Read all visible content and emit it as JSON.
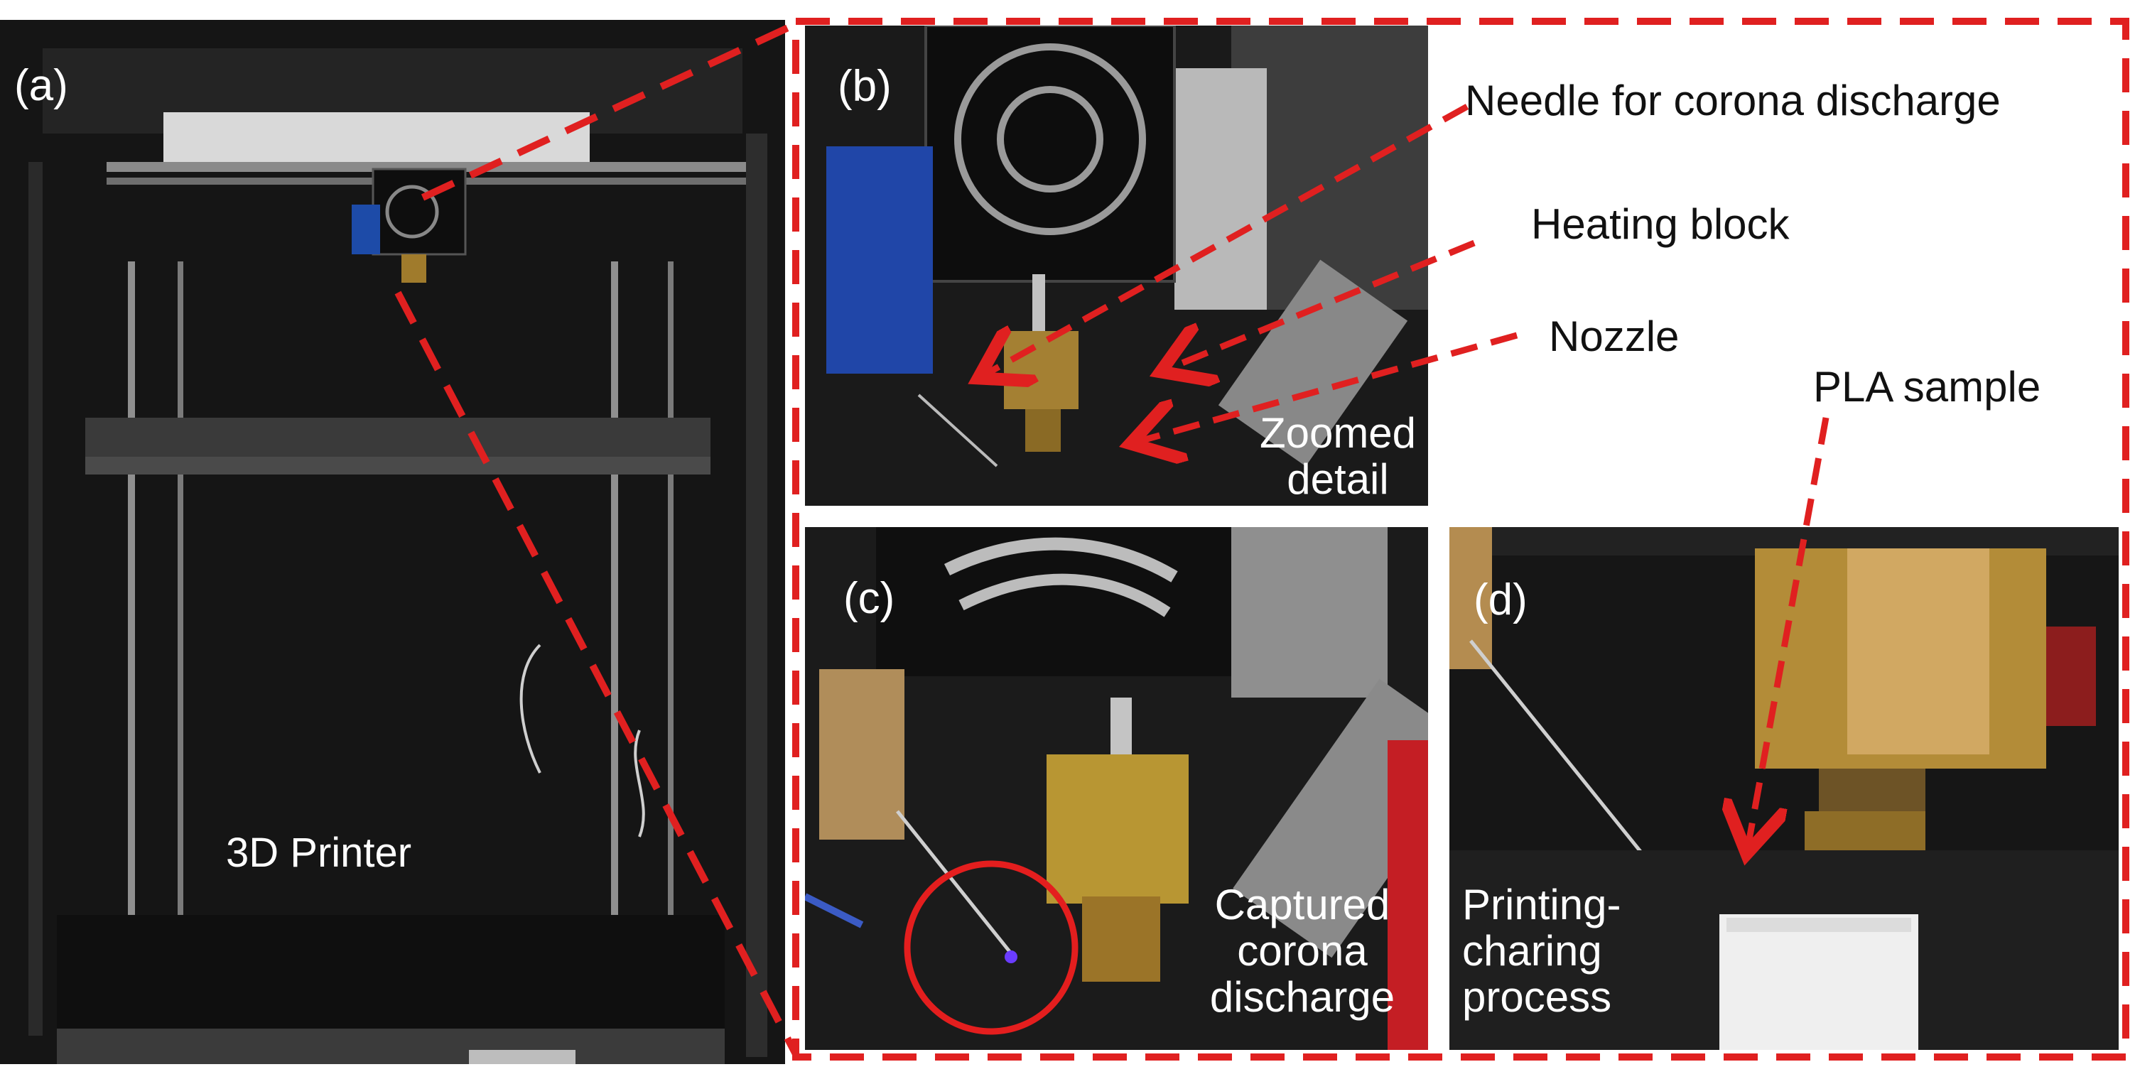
{
  "panels": {
    "a": {
      "label": "(a)",
      "caption": "3D Printer"
    },
    "b": {
      "label": "(b)",
      "caption_line1": "Zoomed",
      "caption_line2": "detail"
    },
    "c": {
      "label": "(c)",
      "caption_line1": "Captured",
      "caption_line2": "corona",
      "caption_line3": "discharge"
    },
    "d": {
      "label": "(d)",
      "caption_line1": "Printing-",
      "caption_line2": "charing",
      "caption_line3": "process"
    }
  },
  "annotations": {
    "needle": "Needle for corona discharge",
    "heating_block": "Heating block",
    "nozzle": "Nozzle",
    "pla_sample": "PLA sample"
  },
  "colors": {
    "dashed_frame": "#e02020",
    "circle": "#e41e1e",
    "brass": "#b8922e"
  }
}
